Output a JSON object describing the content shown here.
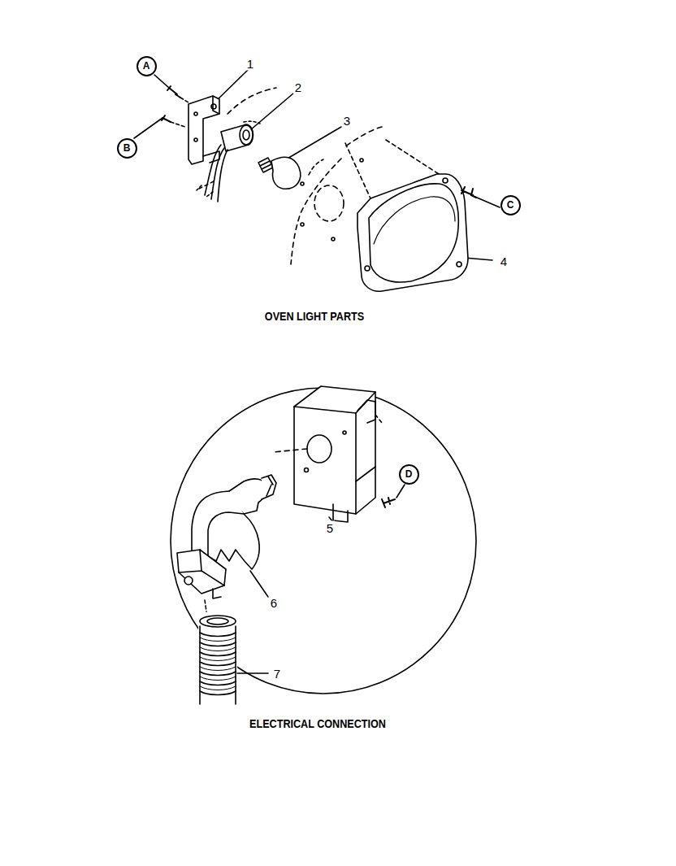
{
  "diagram": {
    "nodes": [
      {
        "text": [
          "A"
        ]
      },
      {
        "text": [
          "B"
        ]
      },
      {
        "text": [
          "C"
        ]
      },
      {
        "text": [
          "D"
        ]
      }
    ],
    "labels": [
      "1",
      "2",
      "3",
      "4",
      "OVEN LIGHT PARTS",
      "5",
      "6",
      "7",
      "ELECTRICAL CONNECTION"
    ]
  }
}
